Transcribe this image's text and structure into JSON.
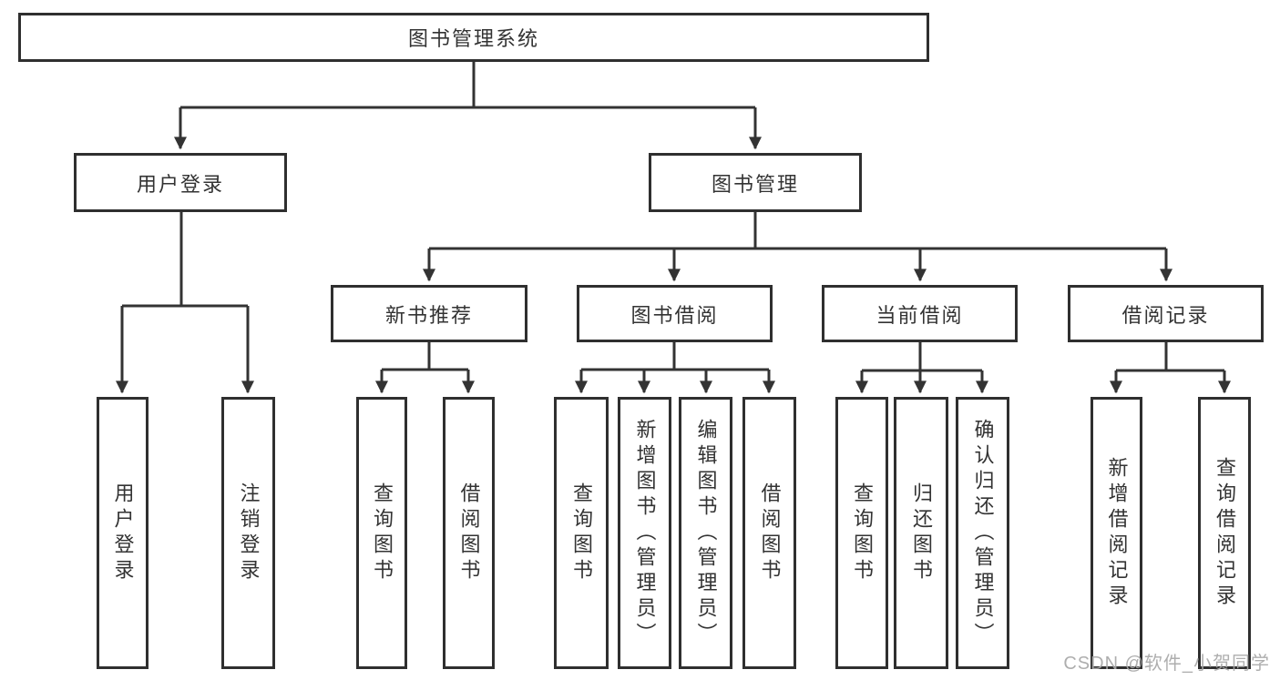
{
  "tree": {
    "label": "图书管理系统",
    "children": [
      {
        "label": "用户登录",
        "children": [
          {
            "label": "用户登录"
          },
          {
            "label": "注销登录"
          }
        ]
      },
      {
        "label": "图书管理",
        "children": [
          {
            "label": "新书推荐",
            "children": [
              {
                "label": "查询图书"
              },
              {
                "label": "借阅图书"
              }
            ]
          },
          {
            "label": "图书借阅",
            "children": [
              {
                "label": "查询图书"
              },
              {
                "label": "新增图书（管理员）"
              },
              {
                "label": "编辑图书（管理员）"
              },
              {
                "label": "借阅图书"
              }
            ]
          },
          {
            "label": "当前借阅",
            "children": [
              {
                "label": "查询图书"
              },
              {
                "label": "归还图书"
              },
              {
                "label": "确认归还（管理员）"
              }
            ]
          },
          {
            "label": "借阅记录",
            "children": [
              {
                "label": "新增借阅记录"
              },
              {
                "label": "查询借阅记录"
              }
            ]
          }
        ]
      }
    ]
  },
  "watermark": "CSDN @软件_小贺同学",
  "colors": {
    "line": "#333333",
    "box_border": "#2f2f2f",
    "text": "#333333",
    "watermark": "#a8a8a8",
    "background": "#ffffff"
  }
}
